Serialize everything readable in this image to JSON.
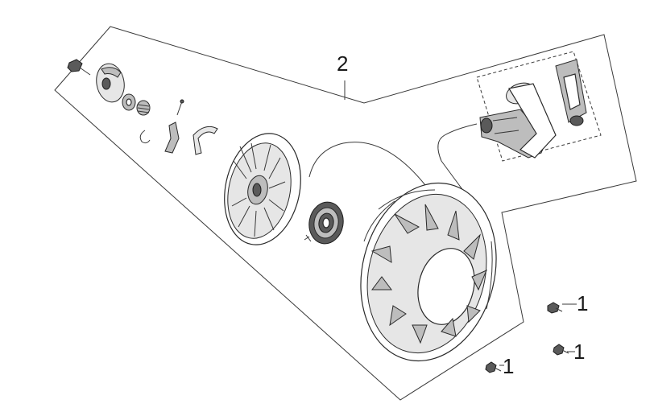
{
  "callouts": {
    "assembly": "2",
    "bolt_right": "1",
    "bolt_bottom_right": "1",
    "bolt_bottom": "1"
  },
  "colors": {
    "line": "#3a3a3a",
    "dark_fill": "#5a5a5a",
    "mid_fill": "#bdbdbd",
    "light_fill": "#e6e6e6"
  }
}
